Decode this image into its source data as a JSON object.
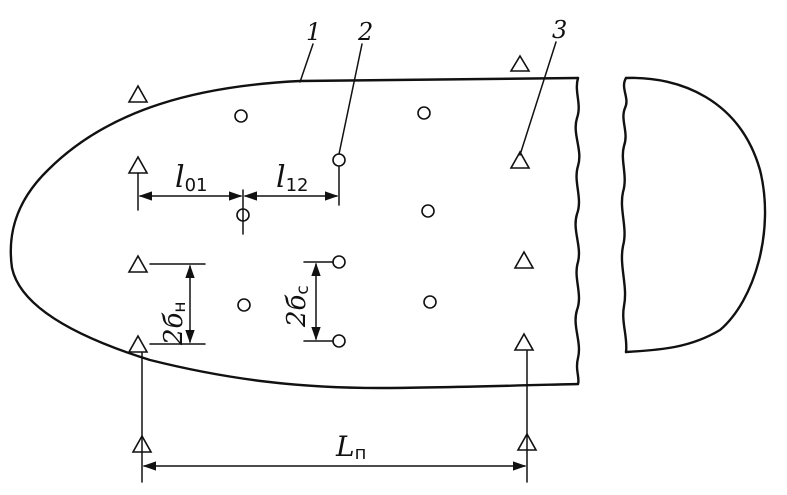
{
  "labels": {
    "part1": "1",
    "part2": "2",
    "part3": "3",
    "l01_main": "l",
    "l01_sub": "01",
    "l12_main": "l",
    "l12_sub": "12",
    "bh_main": "2б",
    "bh_sub": "н",
    "bc_main": "2б",
    "bc_sub": "с",
    "lp_main": "L",
    "lp_sub": "п"
  },
  "colors": {
    "ink": "#111111",
    "paper": "#ffffff"
  }
}
